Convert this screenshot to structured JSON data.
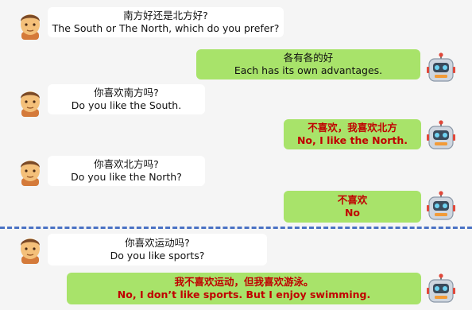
{
  "messages": [
    {
      "role": "user",
      "zh": "南方好还是北方好?",
      "en": "The South or The North, which do you prefer?"
    },
    {
      "role": "bot",
      "zh": "各有各的好",
      "en": "Each has its own advantages."
    },
    {
      "role": "user",
      "zh": "你喜欢南方吗?",
      "en": "Do you like the South."
    },
    {
      "role": "bot",
      "zh": "不喜欢，我喜欢北方",
      "en": "No, I like the North."
    },
    {
      "role": "user",
      "zh": "你喜欢北方吗?",
      "en": "Do you like the North?"
    },
    {
      "role": "bot",
      "zh": "不喜欢",
      "en": "No"
    },
    {
      "role": "user",
      "zh": "你喜欢运动吗?",
      "en": "Do you like sports?"
    },
    {
      "role": "bot",
      "zh": "我不喜欢运动，但我喜欢游泳。",
      "en": "No, I don’t like sports. But I enjoy swimming."
    }
  ],
  "colors": {
    "user_bubble": "#ffffff",
    "bot_bubble": "#a8e36a",
    "highlight_text": "#c00000",
    "divider": "#4a72c4"
  },
  "icons": {
    "user": "man-face-icon",
    "bot": "robot-face-icon"
  }
}
